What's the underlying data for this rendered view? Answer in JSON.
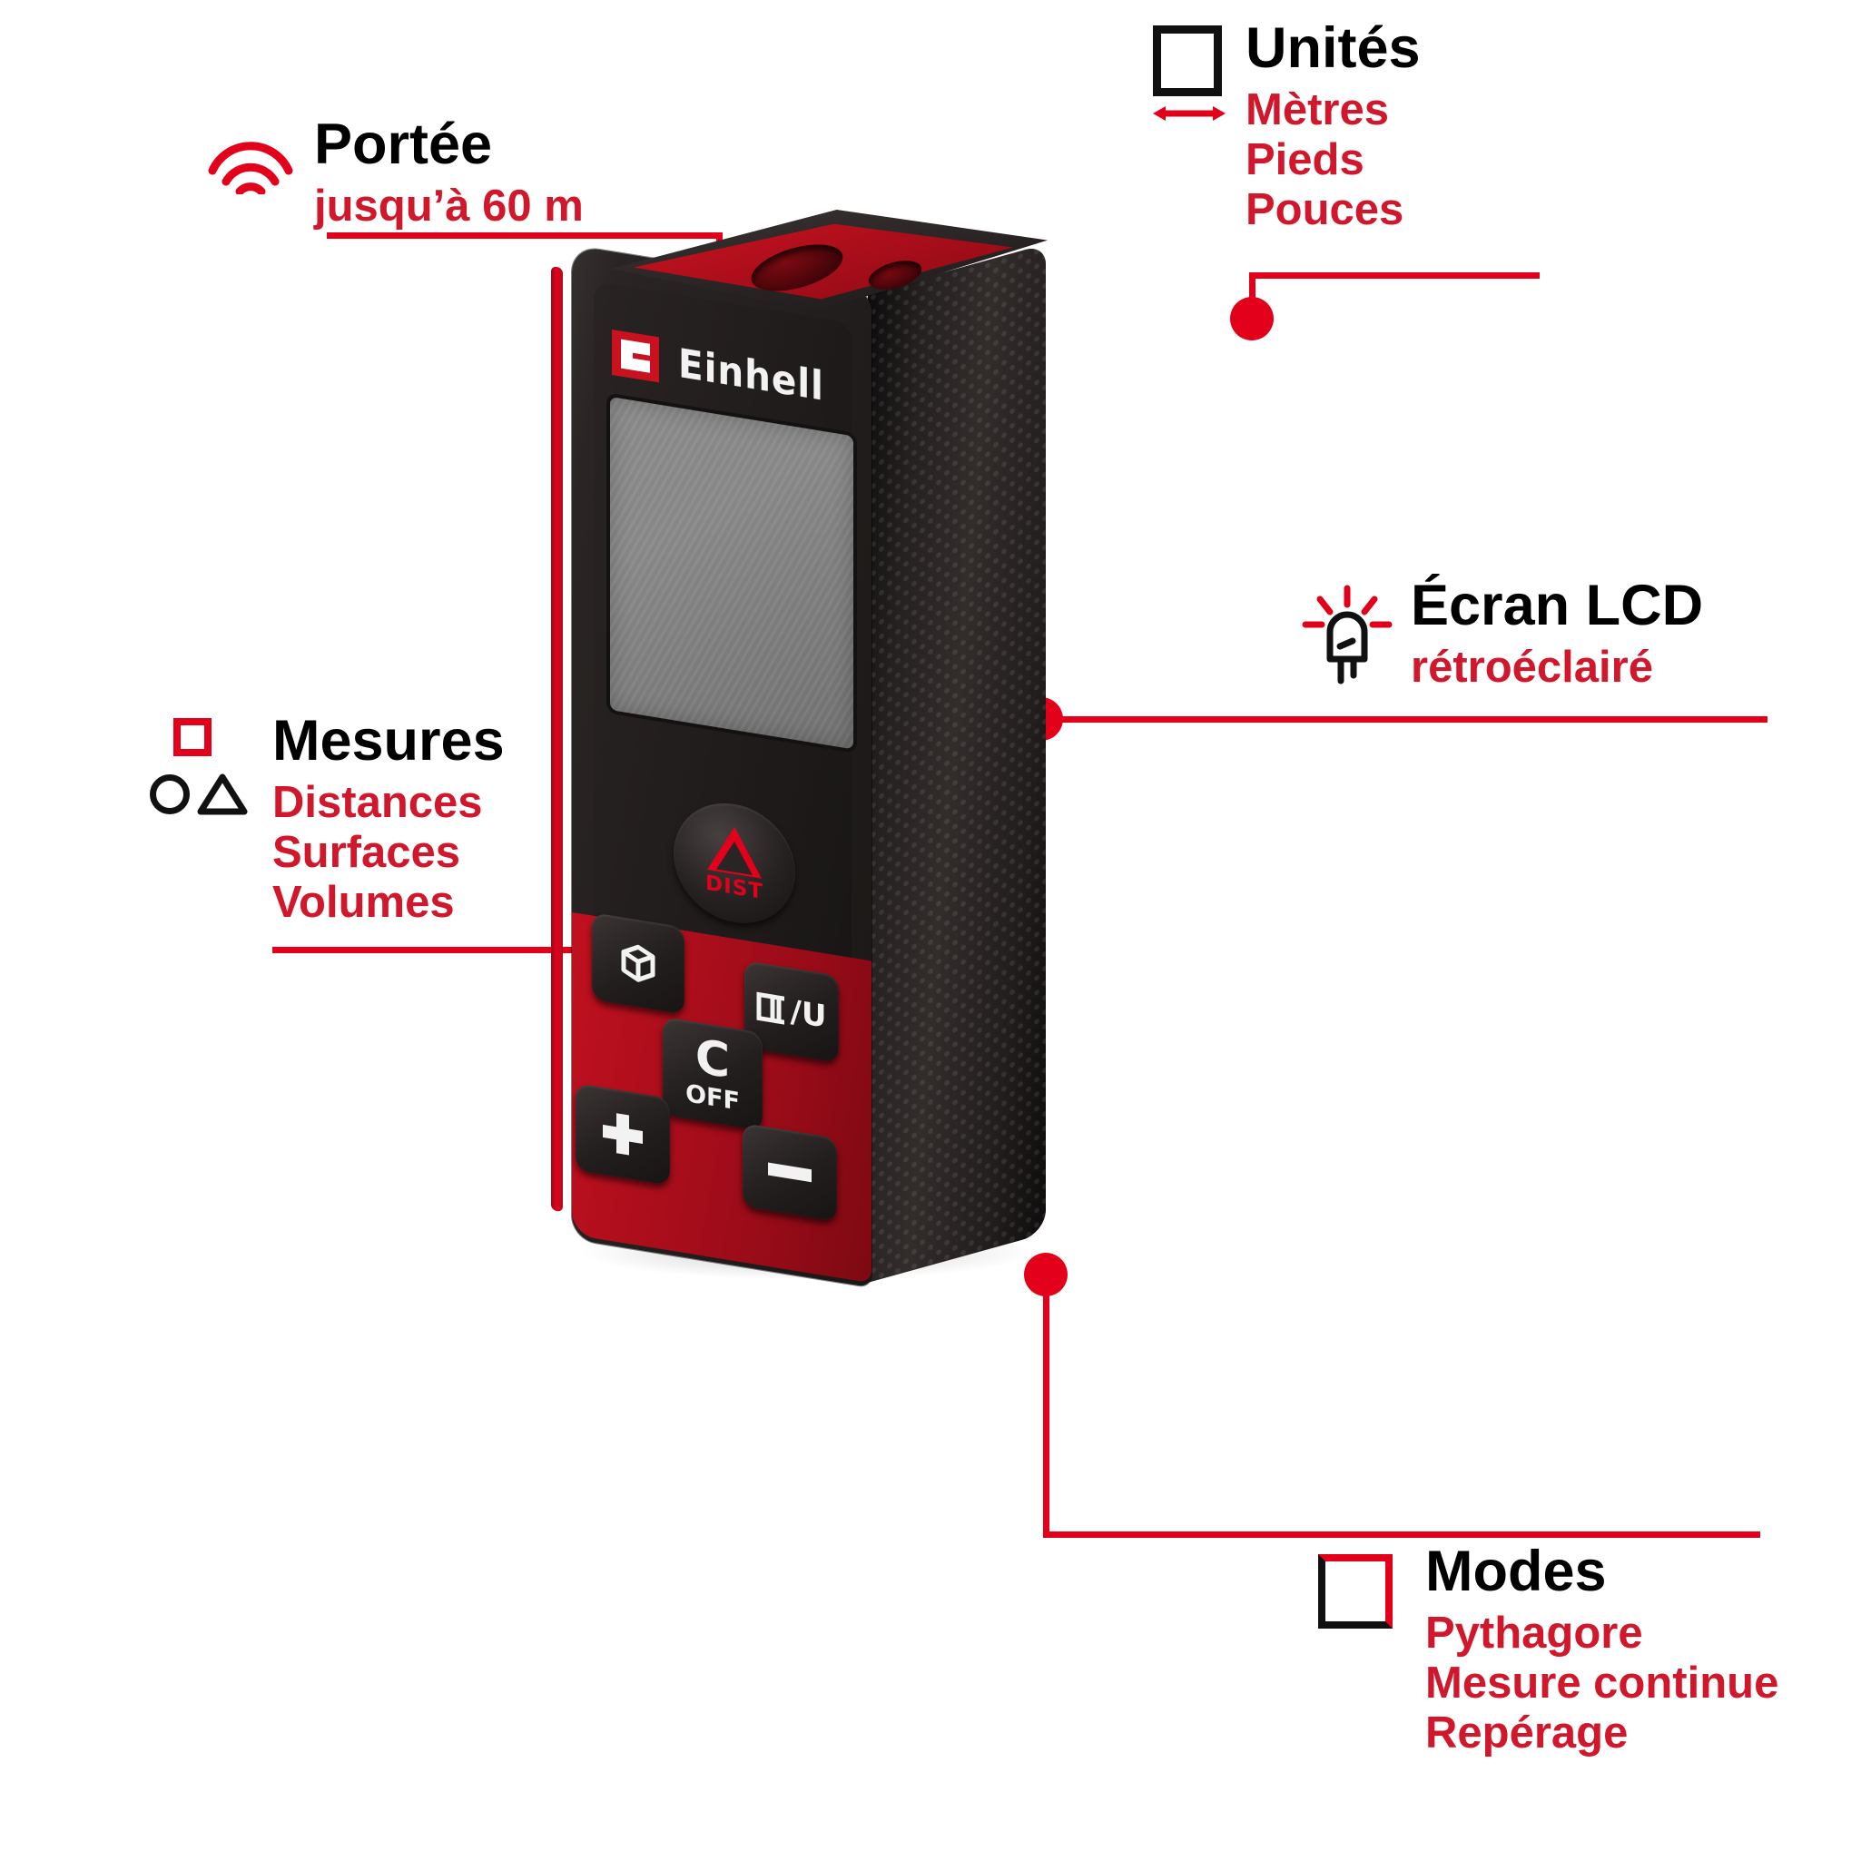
{
  "accent_color": "#e3001b",
  "text_color": "#000000",
  "brand": {
    "name": "Einhell",
    "logo_mark": "einhell-e-mark"
  },
  "callouts": [
    {
      "id": "portee",
      "icon": "signal-arcs-icon",
      "title": "Portée",
      "items": [
        "jusqu’à 60 m"
      ]
    },
    {
      "id": "unites",
      "icon": "dimension-square-arrow-icon",
      "title": "Unités",
      "items": [
        "Mètres",
        "Pieds",
        "Pouces"
      ]
    },
    {
      "id": "mesures",
      "icon": "shapes-square-circle-triangle-icon",
      "title": "Mesures",
      "items": [
        "Distances",
        "Surfaces",
        "Volumes"
      ]
    },
    {
      "id": "ecran-lcd",
      "icon": "backlight-led-icon",
      "title": "Écran LCD",
      "items": [
        "rétroéclairé"
      ]
    },
    {
      "id": "modes",
      "icon": "mode-square-icon",
      "title": "Modes",
      "items": [
        "Pythagore",
        "Mesure continue",
        "Repérage"
      ]
    }
  ],
  "device": {
    "name": "laser-distance-measurer",
    "keys": [
      {
        "id": "dist",
        "label": "DIST",
        "icon": "laser-warning-triangle-icon"
      },
      {
        "id": "volume",
        "label": "",
        "icon": "cube-icon"
      },
      {
        "id": "mode",
        "label": "/U",
        "icon": "reference-mode-icon"
      },
      {
        "id": "clear",
        "label": "C",
        "sublabel": "OFF",
        "icon": "clear-off-icon"
      },
      {
        "id": "plus",
        "label": "",
        "icon": "plus-icon"
      },
      {
        "id": "minus",
        "label": "",
        "icon": "minus-icon"
      }
    ]
  }
}
